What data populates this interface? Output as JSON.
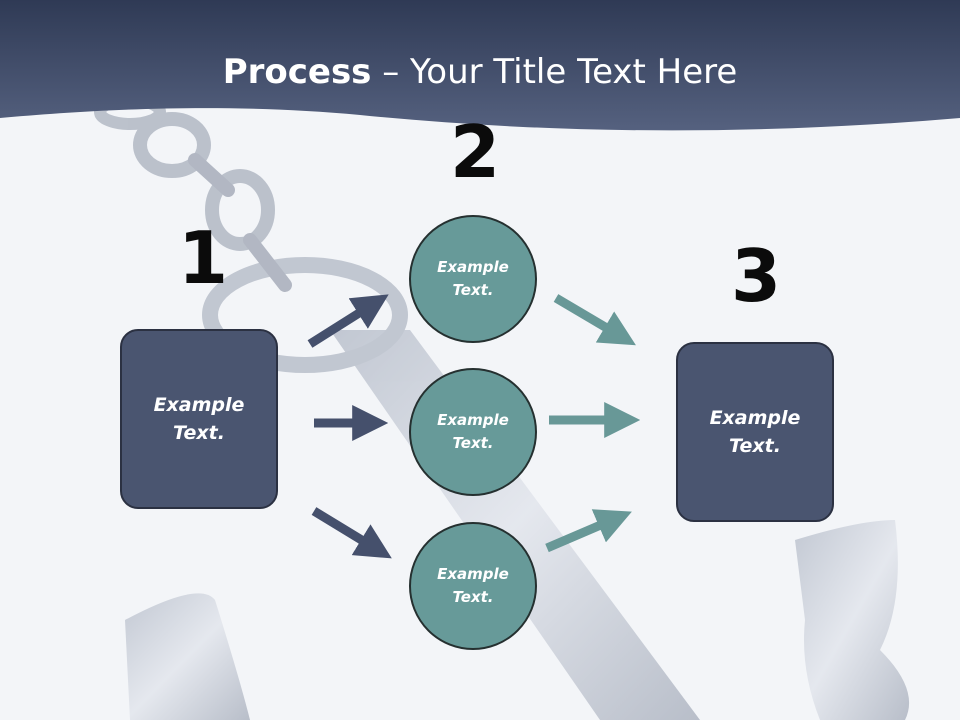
{
  "title": {
    "bold": "Process",
    "rest": " – Your Title Text Here"
  },
  "steps": {
    "one": "1",
    "two": "2",
    "three": "3"
  },
  "left_box": {
    "text": "Example Text."
  },
  "circles": [
    {
      "text": "Example Text."
    },
    {
      "text": "Example Text."
    },
    {
      "text": "Example Text."
    }
  ],
  "right_box": {
    "text": "Example Text."
  },
  "colors": {
    "header": "#3e4a66",
    "box": "#4a5570",
    "circle": "#679a99",
    "arrow_dark": "#45506c",
    "arrow_teal": "#689897"
  }
}
